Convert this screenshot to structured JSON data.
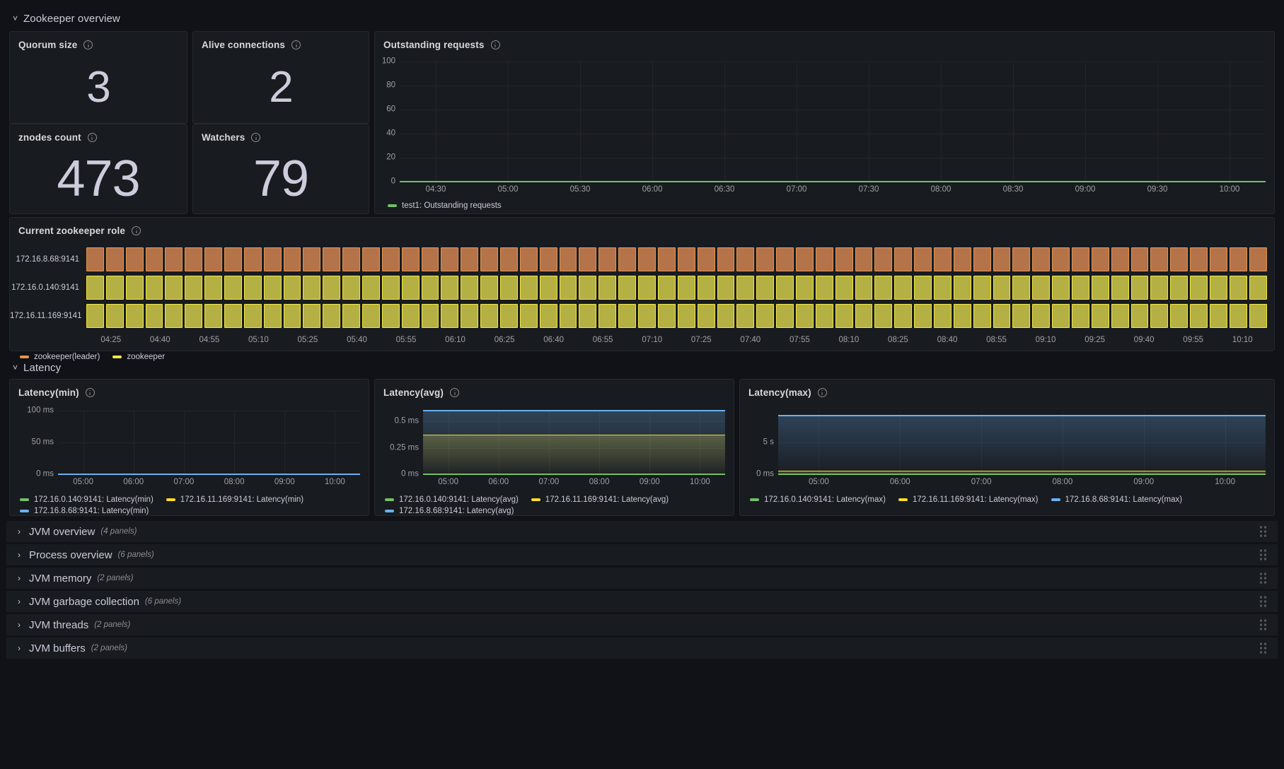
{
  "rows": {
    "zookeeper_overview": {
      "title": "Zookeeper overview",
      "caret": "chevron-down"
    },
    "latency": {
      "title": "Latency",
      "caret": "chevron-down"
    }
  },
  "stats": [
    {
      "title": "Quorum size",
      "value": "3"
    },
    {
      "title": "Alive connections",
      "value": "2"
    },
    {
      "title": "znodes count",
      "value": "473"
    },
    {
      "title": "Watchers",
      "value": "79"
    }
  ],
  "outstanding": {
    "title": "Outstanding requests",
    "chart_data": {
      "type": "line",
      "title": "Outstanding requests",
      "xlabel": "",
      "ylabel": "",
      "ylim": [
        0,
        100
      ],
      "yticks": [
        "0",
        "20",
        "40",
        "60",
        "80",
        "100"
      ],
      "x": [
        "04:30",
        "05:00",
        "05:30",
        "06:00",
        "06:30",
        "07:00",
        "07:30",
        "08:00",
        "08:30",
        "09:00",
        "09:30",
        "10:00"
      ],
      "grid": true,
      "legend_position": "bottom",
      "series": [
        {
          "name": "test1: Outstanding requests",
          "color": "#73bf69",
          "constant_value": 0
        }
      ]
    }
  },
  "role": {
    "title": "Current zookeeper role",
    "chart_data": {
      "type": "heatmap",
      "title": "Current zookeeper role",
      "rows": [
        {
          "label": "172.16.8.68:9141",
          "state": "zookeeper(leader)"
        },
        {
          "label": "172.16.0.140:9141",
          "state": "zookeeper"
        },
        {
          "label": "172.16.11.169:9141",
          "state": "zookeeper"
        }
      ],
      "xticks": [
        "04:25",
        "04:40",
        "04:55",
        "05:10",
        "05:25",
        "05:40",
        "05:55",
        "06:10",
        "06:25",
        "06:40",
        "06:55",
        "07:10",
        "07:25",
        "07:40",
        "07:55",
        "08:10",
        "08:25",
        "08:40",
        "08:55",
        "09:10",
        "09:25",
        "09:40",
        "09:55",
        "10:10"
      ],
      "segments": 60,
      "legend": [
        {
          "label": "zookeeper(leader)",
          "color": "#e0964f"
        },
        {
          "label": "zookeeper",
          "color": "#f2e744"
        }
      ]
    }
  },
  "latency_min": {
    "title": "Latency(min)",
    "chart_data": {
      "type": "line",
      "title": "Latency(min)",
      "ylim": [
        0,
        100
      ],
      "yticks": [
        "0 ms",
        "50 ms",
        "100 ms"
      ],
      "xticks": [
        "05:00",
        "06:00",
        "07:00",
        "08:00",
        "09:00",
        "10:00"
      ],
      "grid": true,
      "legend_position": "bottom",
      "series": [
        {
          "name": "172.16.0.140:9141: Latency(min)",
          "color": "#73bf69",
          "constant_value": 0
        },
        {
          "name": "172.16.11.169:9141: Latency(min)",
          "color": "#fade2a",
          "constant_value": 0
        },
        {
          "name": "172.16.8.68:9141: Latency(min)",
          "color": "#6cb0f0",
          "constant_value": 0
        }
      ]
    }
  },
  "latency_avg": {
    "title": "Latency(avg)",
    "chart_data": {
      "type": "area",
      "title": "Latency(avg)",
      "ylim": [
        0,
        0.6
      ],
      "yticks": [
        "0 ms",
        "0.25 ms",
        "0.5 ms"
      ],
      "xticks": [
        "05:00",
        "06:00",
        "07:00",
        "08:00",
        "09:00",
        "10:00"
      ],
      "grid": true,
      "legend_position": "bottom",
      "series": [
        {
          "name": "172.16.0.140:9141: Latency(avg)",
          "color": "#73bf69",
          "constant_value": 0
        },
        {
          "name": "172.16.11.169:9141: Latency(avg)",
          "color": "#fade2a",
          "constant_value": 0.37
        },
        {
          "name": "172.16.8.68:9141: Latency(avg)",
          "color": "#6cb0f0",
          "constant_value": 0.6
        }
      ]
    }
  },
  "latency_max": {
    "title": "Latency(max)",
    "chart_data": {
      "type": "area",
      "title": "Latency(max)",
      "ylim": [
        0,
        10
      ],
      "yticks": [
        "0 ms",
        "5 s"
      ],
      "xticks": [
        "05:00",
        "06:00",
        "07:00",
        "08:00",
        "09:00",
        "10:00"
      ],
      "grid": true,
      "legend_position": "bottom",
      "series": [
        {
          "name": "172.16.0.140:9141: Latency(max)",
          "color": "#73bf69",
          "constant_value": 0
        },
        {
          "name": "172.16.11.169:9141: Latency(max)",
          "color": "#fade2a",
          "constant_value": 0.5
        },
        {
          "name": "172.16.8.68:9141: Latency(max)",
          "color": "#6cb0f0",
          "constant_value": 9.2
        }
      ]
    }
  },
  "collapsed_rows": [
    {
      "title": "JVM overview",
      "count": "(4 panels)"
    },
    {
      "title": "Process overview",
      "count": "(6 panels)"
    },
    {
      "title": "JVM memory",
      "count": "(2 panels)"
    },
    {
      "title": "JVM garbage collection",
      "count": "(6 panels)"
    },
    {
      "title": "JVM threads",
      "count": "(2 panels)"
    },
    {
      "title": "JVM buffers",
      "count": "(2 panels)"
    }
  ]
}
